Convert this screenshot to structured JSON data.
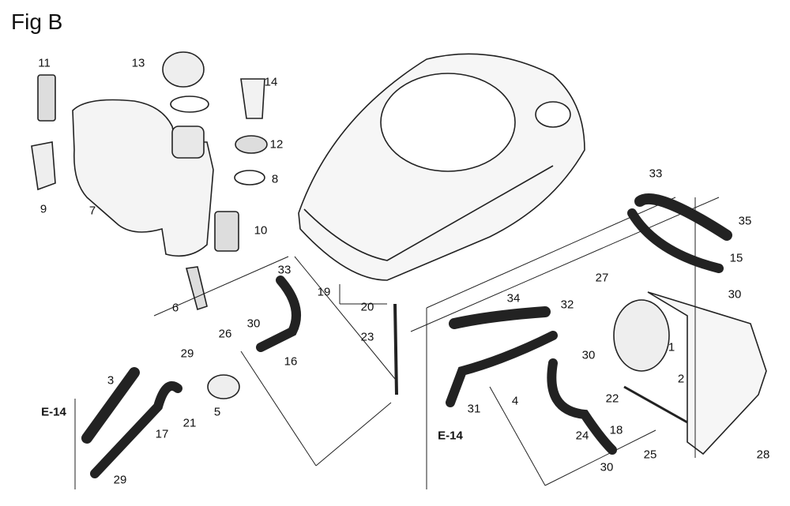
{
  "figure_title": "Fig B",
  "callouts": [
    "11",
    "13",
    "14",
    "9",
    "12",
    "8",
    "7",
    "10",
    "6",
    "33",
    "19",
    "20",
    "23",
    "26",
    "30",
    "16",
    "29",
    "3",
    "5",
    "21",
    "17",
    "29",
    "33",
    "35",
    "15",
    "27",
    "30",
    "34",
    "32",
    "1",
    "30",
    "2",
    "22",
    "31",
    "4",
    "24",
    "18",
    "25",
    "28",
    "30"
  ],
  "references": [
    "E-14",
    "E-14"
  ]
}
